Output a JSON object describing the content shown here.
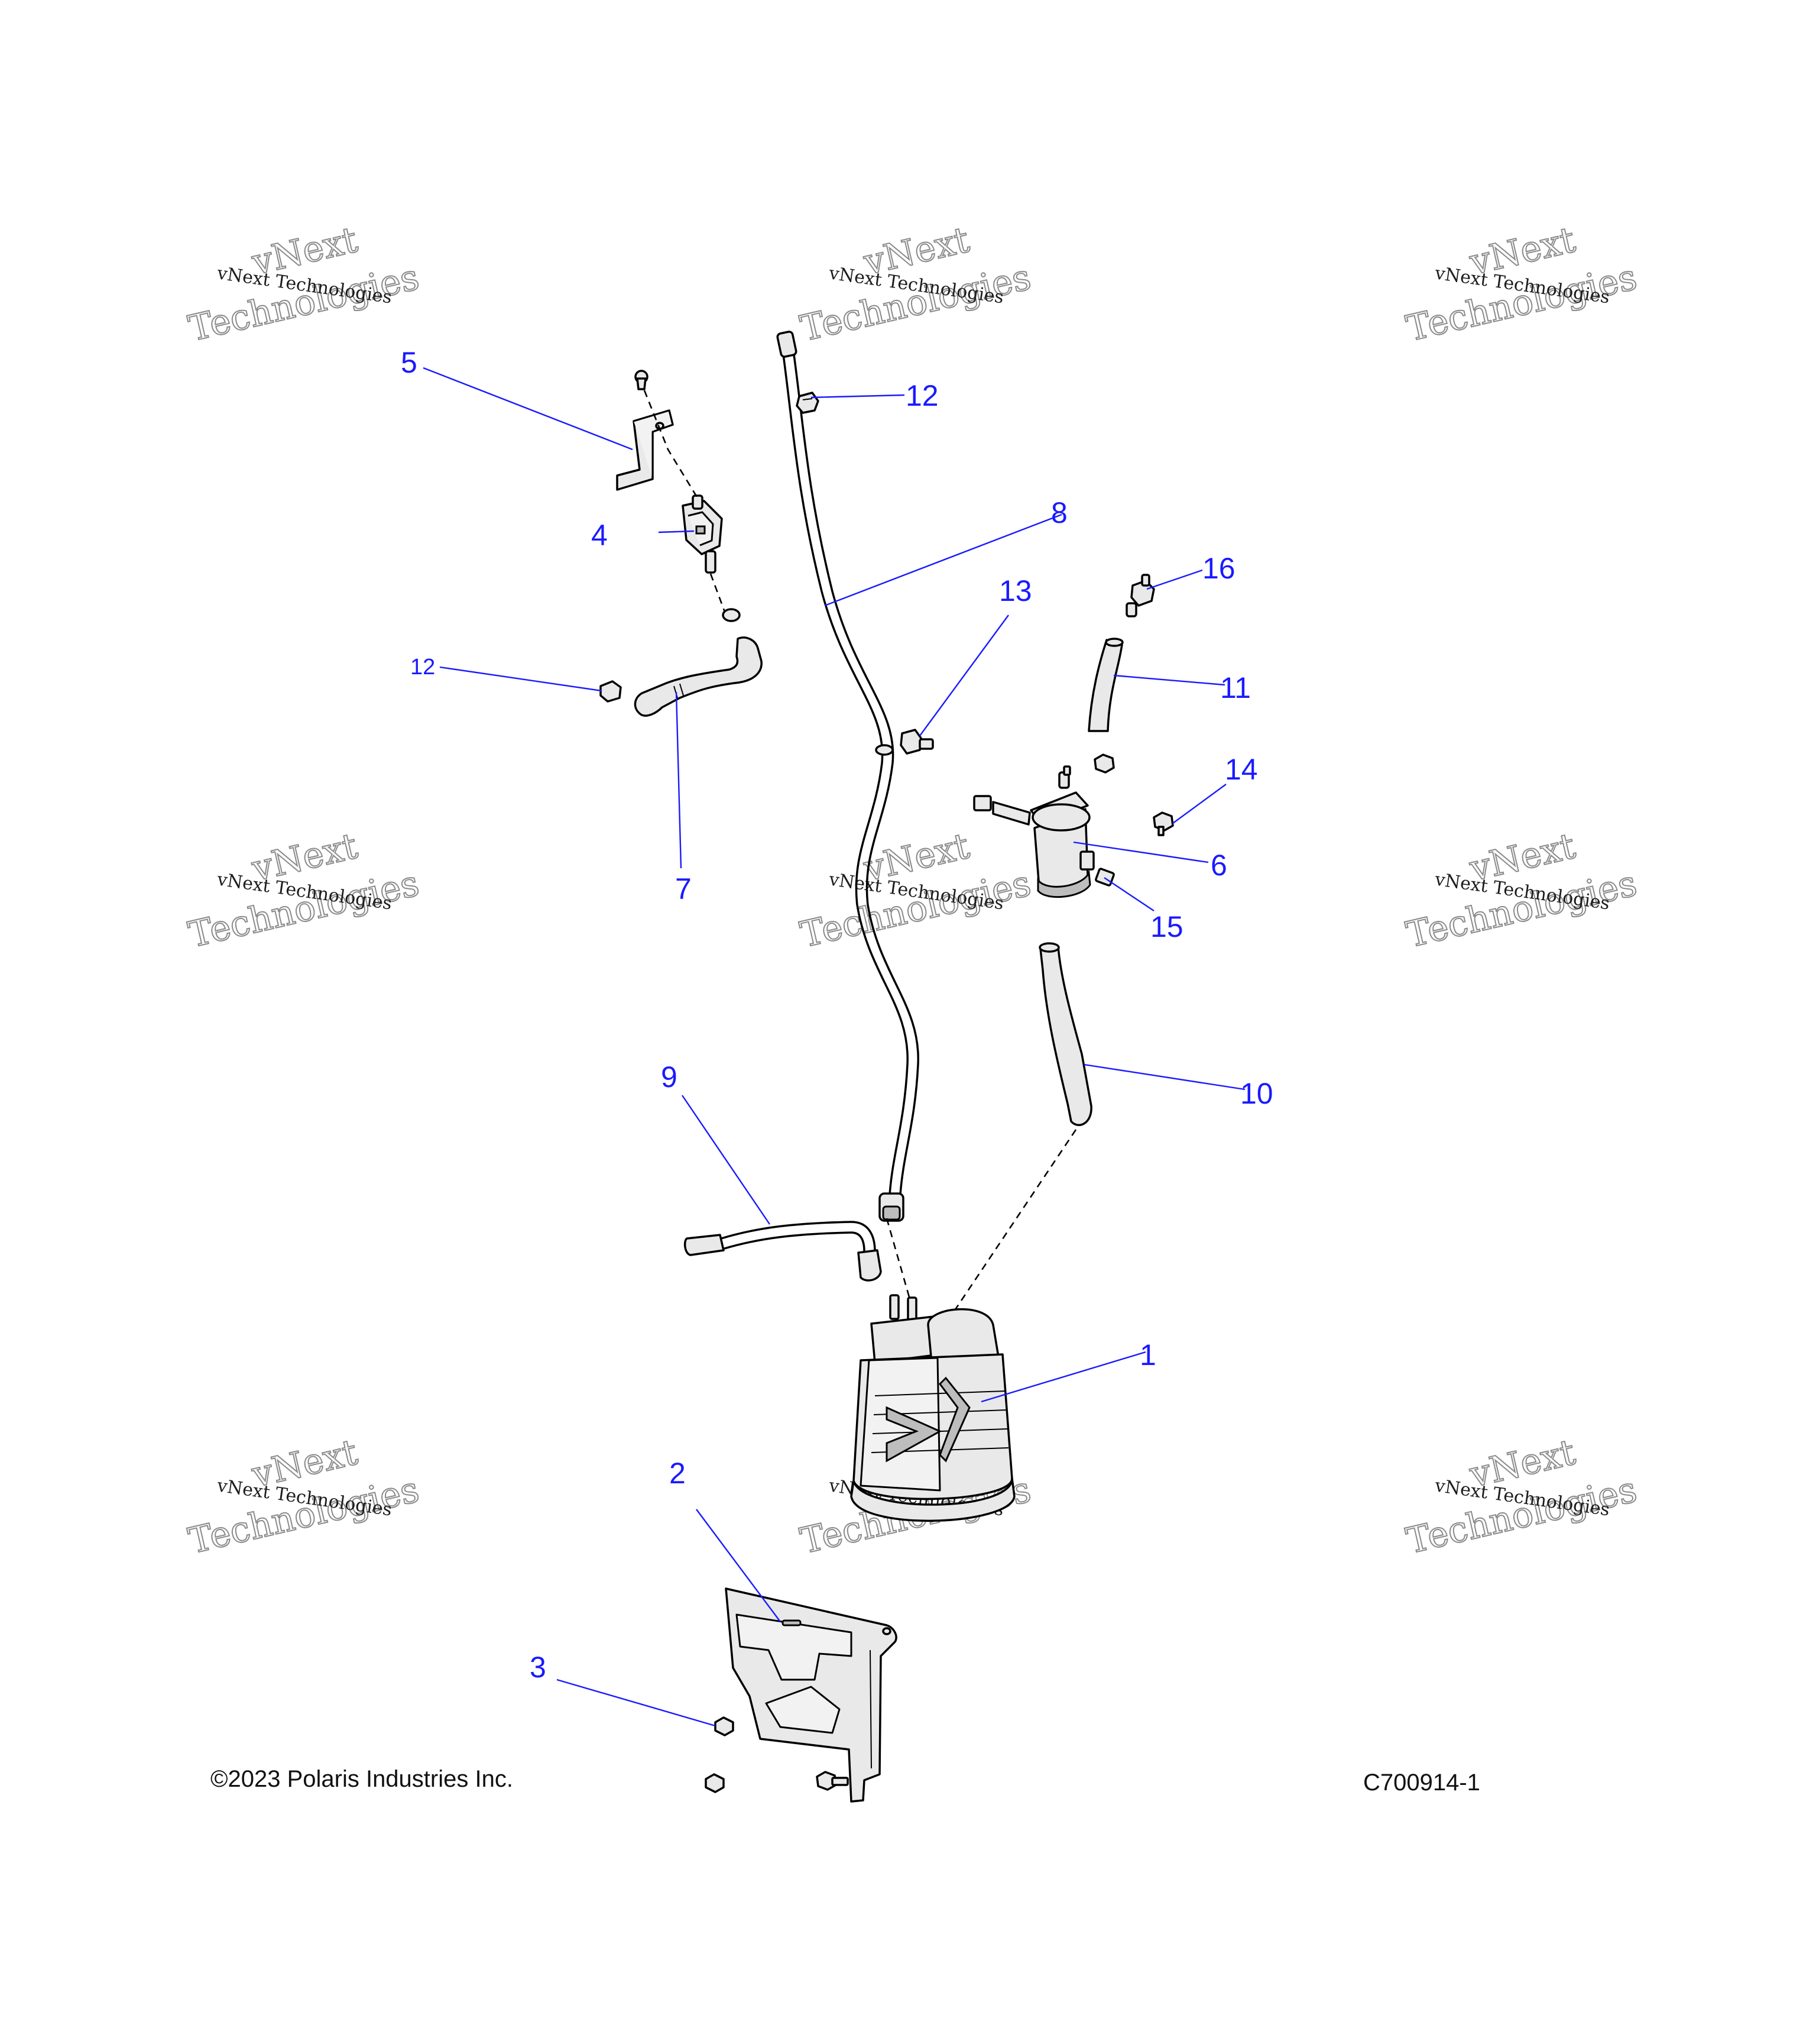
{
  "diagram": {
    "watermark_text_small": "vNext Technologies",
    "watermark_text_large_1": "vNext",
    "watermark_text_large_2": "Technologies",
    "callouts": {
      "c1": "1",
      "c2": "2",
      "c3": "3",
      "c4": "4",
      "c5": "5",
      "c6": "6",
      "c7": "7",
      "c8": "8",
      "c9": "9",
      "c10": "10",
      "c11": "11",
      "c12a": "12",
      "c12b": "12",
      "c13": "13",
      "c14": "14",
      "c15": "15",
      "c16": "16"
    },
    "callout_color": "#1a1aff"
  },
  "footer": {
    "copyright": "©2023 Polaris Industries Inc.",
    "figure_id": "C700914-1"
  }
}
